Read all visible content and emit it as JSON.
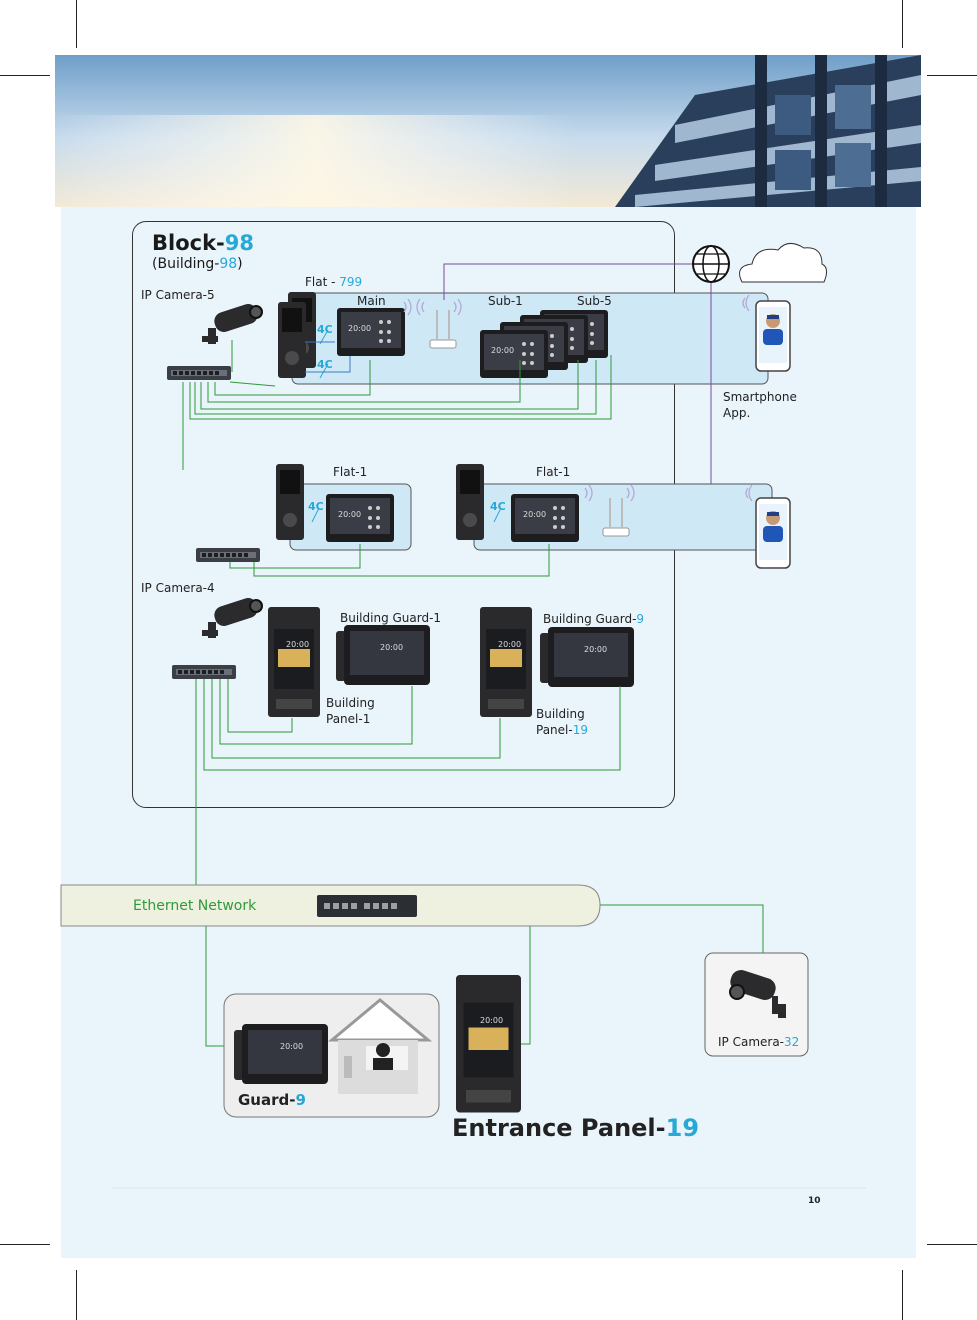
{
  "block": {
    "title": "Block-",
    "title_num": "98",
    "subtitle_a": "(Building-",
    "subtitle_num": "98",
    "subtitle_b": ")"
  },
  "flat799": {
    "label": "Flat - ",
    "num": "799",
    "main": "Main",
    "sub1": "Sub-1",
    "sub5": "Sub-5"
  },
  "flat1_left": {
    "label": "Flat-1"
  },
  "flat1_right": {
    "label": "Flat-1"
  },
  "cameras": {
    "cam5": "IP Camera-5",
    "cam4": "IP Camera-4",
    "cam32_a": "IP Camera-",
    "cam32_num": "32"
  },
  "wiring": {
    "four_c": "4C"
  },
  "screen_time": "20:00",
  "smartphone": {
    "line1": "Smartphone",
    "line2": "App."
  },
  "guards": {
    "bg1": "Building Guard-1",
    "bg9_a": "Building Guard-",
    "bg9_num": "9",
    "guard_a": "Guard-",
    "guard_num": "9"
  },
  "panels": {
    "bp1_l1": "Building",
    "bp1_l2": "Panel-1",
    "bp19_l1": "Building",
    "bp19_l2a": "Panel-",
    "bp19_num": "19",
    "ep_a": "Entrance Panel-",
    "ep_num": "19"
  },
  "network": {
    "label": "Ethernet Network"
  },
  "page_number": "10",
  "colors": {
    "accent": "#27a9d8",
    "network_line": "#2e9a3a",
    "monitor": "#1d1d1f",
    "panel_bg": "#cfe8f6"
  }
}
